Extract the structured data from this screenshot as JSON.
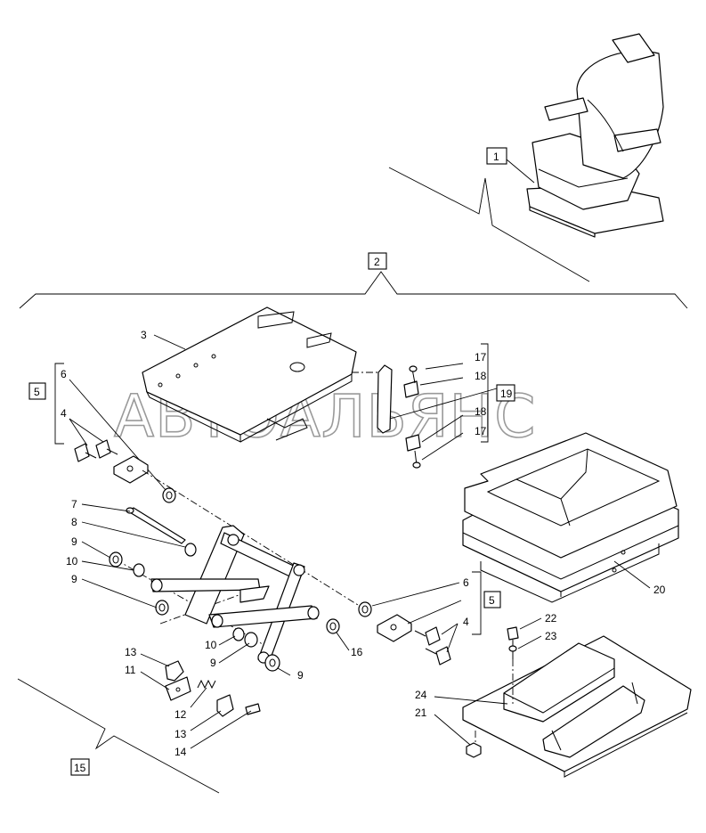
{
  "watermark": "АВТОАЛЬЯНС",
  "callouts": {
    "c1": "1",
    "c2": "2",
    "c3": "3",
    "c4a": "4",
    "c4b": "4",
    "c5a": "5",
    "c5b": "5",
    "c6a": "6",
    "c6b": "6",
    "c7": "7",
    "c8": "8",
    "c9a": "9",
    "c9b": "9",
    "c9c": "9",
    "c9d": "9",
    "c10a": "10",
    "c10b": "10",
    "c11": "11",
    "c12": "12",
    "c13a": "13",
    "c13b": "13",
    "c14": "14",
    "c15": "15",
    "c16": "16",
    "c17a": "17",
    "c17b": "17",
    "c18a": "18",
    "c18b": "18",
    "c19": "19",
    "c20": "20",
    "c21": "21",
    "c22": "22",
    "c23": "23",
    "c24": "24"
  }
}
